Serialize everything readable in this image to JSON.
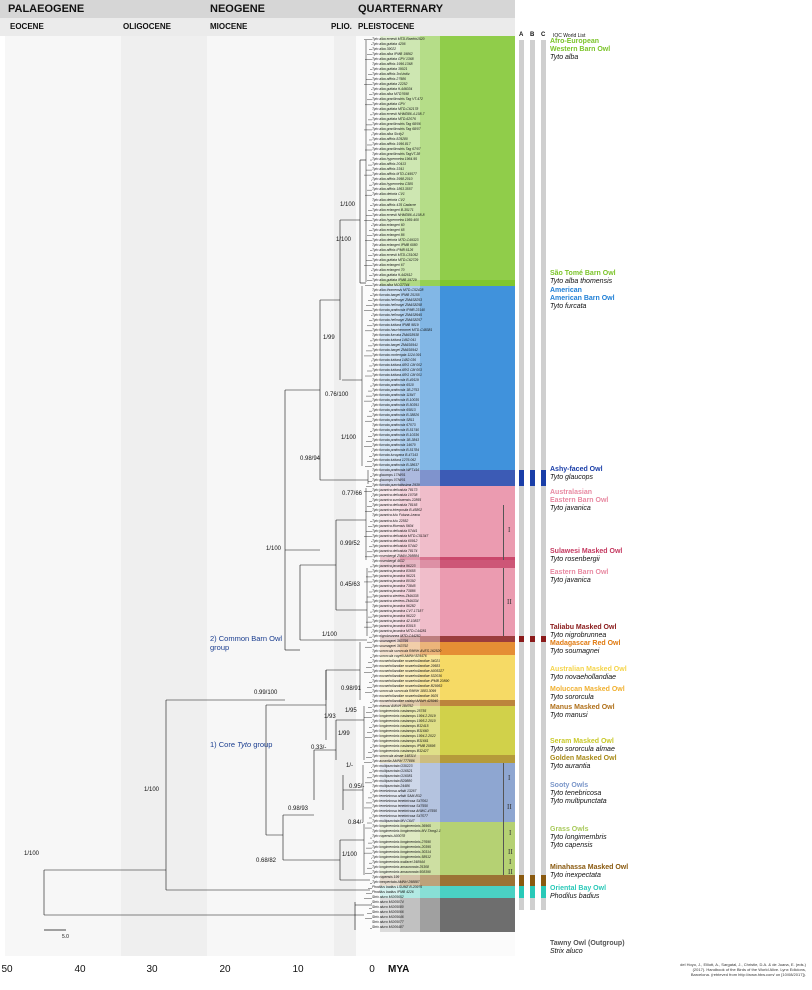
{
  "eras": [
    "PALAEOGENE",
    "NEOGENE",
    "QUARTERNARY"
  ],
  "epochs": [
    "EOCENE",
    "OLIGOCENE",
    "MIOCENE",
    "PLIO.",
    "PLEISTOCENE"
  ],
  "axis": {
    "ticks": [
      "50",
      "40",
      "30",
      "20",
      "10",
      "0"
    ],
    "unit": "MYA",
    "scale_label": "5.0"
  },
  "columns": {
    "header": "IOC World List",
    "labels": [
      "A",
      "B",
      "C"
    ]
  },
  "clades": [
    {
      "region": "Afro-European",
      "name": "Western Barn Owl",
      "species": "Tyto alba",
      "color": "#7cc42a"
    },
    {
      "name": "São Tomé Barn Owl",
      "species": "Tyto alba thomensis",
      "color": "#7cc42a"
    },
    {
      "region": "American",
      "name": "American Barn Owl",
      "species": "Tyto furcata",
      "color": "#1f7fd6"
    },
    {
      "name": "Ashy-faced Owl",
      "species": "Tyto glaucops",
      "color": "#1a3ea8"
    },
    {
      "region": "Australasian",
      "name": "Eastern Barn Owl",
      "species": "Tyto javanica",
      "color": "#e88aa2"
    },
    {
      "name": "Sulawesi Masked Owl",
      "species": "Tyto rosenbergii",
      "color": "#c4385f"
    },
    {
      "name": "Eastern Barn Owl",
      "species": "Tyto javanica",
      "color": "#e88aa2"
    },
    {
      "name": "Taliabu Masked Owl",
      "species": "Tyto nigrobrunnea",
      "color": "#8a1a1a"
    },
    {
      "name": "Madagascar Red Owl",
      "species": "Tyto soumagnei",
      "color": "#e07a10"
    },
    {
      "name": "Australian Masked Owl",
      "species": "Tyto novaehollandiae",
      "color": "#f5d44a"
    },
    {
      "name": "Moluccan Masked Owl",
      "species": "Tyto sororcula",
      "color": "#f0b030"
    },
    {
      "name": "Manus Masked Owl",
      "species": "Tyto manusi",
      "color": "#b0701a"
    },
    {
      "name": "Seram Masked Owl",
      "species": "Tyto sororcula almae",
      "color": "#c9c92a"
    },
    {
      "name": "Golden Masked Owl",
      "species": "Tyto aurantia",
      "color": "#a88a18"
    },
    {
      "name": "Sooty Owls",
      "species": "Tyto tenebricosa",
      "species2": "Tyto multipunctata",
      "color": "#7a96c9"
    },
    {
      "name": "Grass Owls",
      "species": "Tyto longimembris",
      "species2": "Tyto capensis",
      "color": "#a8c95a"
    },
    {
      "name": "Minahassa Masked Owl",
      "species": "Tyto inexpectata",
      "color": "#8a5a10"
    },
    {
      "name": "Oriental Bay Owl",
      "species": "Phodilus badius",
      "color": "#2ac9b8"
    },
    {
      "name": "Tawny Owl (Outgroup)",
      "species": "Strix aluco",
      "color": "#555555"
    }
  ],
  "groups": {
    "common": "2) Common Barn Owl group",
    "core_prefix": "1) Core ",
    "core_italic": "Tyto",
    "core_suffix": " group"
  },
  "support_values": [
    "1/100",
    "1/100",
    "1/99",
    "0.76/100",
    "1/100",
    "0.98/94",
    "0.77/66",
    "0.99/52",
    "1/100",
    "0.45/63",
    "1/100",
    "0.99/100",
    "0.98/91",
    "1/95",
    "1/93",
    "1/99",
    "0.33/-",
    "1/-",
    "0.95/-",
    "0.84/-",
    "0.98/93",
    "0.68/82",
    "1/100",
    "1/100",
    "1/100"
  ],
  "roman_numerals": [
    "I",
    "II",
    "I",
    "II",
    "I",
    "II",
    "I",
    "II"
  ],
  "tip_labels": [
    "Tyto alba ernesti MTD-Raelrin1520",
    "Tyto alba guttata 4206",
    "Tyto alba 39022",
    "Tyto alba alba IPMB 19862",
    "Tyto alba guttata GPV 1368",
    "Tyto alba affinis 1996.1368",
    "Tyto alba guttata 39021",
    "Tyto alba affinis 3rd-indiv.",
    "Tyto alba affinis 27986",
    "Tyto alba guttata 22252",
    "Tyto alba guttata ft-446034",
    "Tyto alba alba MTD7698",
    "Tyto alba gracilirostris Tag VT-472",
    "Tyto alba guttata GPV",
    "Tyto alba guttata MTD-C62178",
    "Tyto alba ernesti NHMD86-4-108-7",
    "Tyto alba guttata MTD-62076",
    "Tyto alba gracilirostris Tag 68/06",
    "Tyto alba gracilirostris Tag 68/07",
    "Tyto alba alba Sicily2",
    "Tyto alba affinis 829280",
    "Tyto alba affinis 1996.817",
    "Tyto alba gracilirostris Tag 67/07",
    "Tyto alba gracilirostris TagVT-38",
    "Tyto alba hypermetra 1964.95",
    "Tyto alba affinis 20413",
    "Tyto alba affinis 3341",
    "Tyto alba affinis MTD-C49577",
    "Tyto alba affinis 3998.2010",
    "Tyto alba hypermetra C385",
    "Tyto alba affinis 1863.3557",
    "Tyto alba detorta CV1",
    "Tyto alba detorta CV2",
    "Tyto alba affinis 435 Cadavre",
    "Tyto alba erlangeri B-35171",
    "Tyto alba ernesti NHMD86-4-108-8",
    "Tyto alba hypermetra 1959.400",
    "Tyto alba erlangeri 60",
    "Tyto alba erlangeri 65",
    "Tyto alba erlangeri 86",
    "Tyto alba detorta MTD-C49323",
    "Tyto alba erlangeri IPMB 6080",
    "Tyto alba affinis IPMB 6126",
    "Tyto alba ernesti MTD-C51052",
    "Tyto alba guttata MTD-C62729",
    "Tyto alba erlangeri 67",
    "Tyto alba erlangeri 70",
    "Tyto alba guttata ft-442612",
    "Tyto alba guttata IPMB 19729",
    "Tyto alba alba MCG7744",
    "Tyto alba thomensis MTD-C52428",
    "Tyto furcata bargei IPMB 25155",
    "Tyto furcata hellmayri ZMAS8253",
    "Tyto furcata hellmayri ZMAS8258",
    "Tyto furcata pratincola IPMB 23140",
    "Tyto furcata hellmayri ZMAS8945",
    "Tyto furcata hellmayri ZMAS8257",
    "Tyto furcata tuidara IPMB 9819",
    "Tyto furcata hauchecornei MTD-C48381",
    "Tyto furcata furcata ZMAS8938",
    "Tyto furcata tuidara 1462.041",
    "Tyto furcata bargei ZMAS6941",
    "Tyto furcata bargei ZMAS6942",
    "Tyto furcata contempta 1124.091",
    "Tyto furcata tuidara 1482.036",
    "Tyto furcata tuidara ARG CM 002",
    "Tyto furcata tuidara ARG CM 003",
    "Tyto furcata tuidara ARG CM 001",
    "Tyto furcata pratincola B-49119",
    "Tyto furcata pratincola 6510",
    "Tyto furcata pratincola 1B-2753",
    "Tyto furcata pratincola 11847",
    "Tyto furcata pratincola B-10035",
    "Tyto furcata pratincola B-50391",
    "Tyto furcata pratincola 65813",
    "Tyto furcata pratincola B-38826",
    "Tyto furcata pratincola SB11",
    "Tyto furcata pratincola 67073",
    "Tyto furcata pratincola B-51740",
    "Tyto furcata pratincola B-10336",
    "Tyto furcata pratincola 1B-3843",
    "Tyto furcata pratincola 14670",
    "Tyto furcata pratincola B-51784",
    "Tyto furcata lucayana B-47143",
    "Tyto furcata tuidara 1276.062",
    "Tyto furcata pratincola B-38637",
    "Tyto furcata pratincola WFT416",
    "Tyto glaucops 17IW01",
    "Tyto glaucops 07IW01",
    "Tyto furcata punctatissima 2939",
    "Tyto javanica delicatula 78173",
    "Tyto javanica delicatula 10708",
    "Tyto javanica sumbaensis 22855",
    "Tyto javanica delicatula 78165",
    "Tyto javanica interposita B-45802",
    "Tyto javanica lulu Futuna-Leava",
    "Tyto javanica lulu 22552",
    "Tyto javanica lifuensis 5604",
    "Tyto javanica delicatula 57441",
    "Tyto javanica delicatula MTD-C51347",
    "Tyto javanica delicatula 60912",
    "Tyto javanica delicatula 57442",
    "Tyto javanica delicatula 78174",
    "Tyto rosenbergii ZMAN 298884",
    "Tyto rosenbergii 4632",
    "Tyto javanica javanica 96223",
    "Tyto javanica javanica 83655",
    "Tyto javanica javanica 96221",
    "Tyto javanica javanica 80392",
    "Tyto javanica javanica 73845",
    "Tyto javanica javanica 73886",
    "Tyto javanica stertens ZMA335",
    "Tyto javanica stertens ZMA334",
    "Tyto javanica javanica 96282",
    "Tyto javanica javanica CV7-17187",
    "Tyto javanica javanica 96222",
    "Tyto javanica javanica 42.10837",
    "Tyto javanica javanica 83015",
    "Tyto javanica javanica MTD-C44281",
    "Tyto nigrobrunnea MTD-C44282",
    "Tyto soumagnei 363795",
    "Tyto soumagnei 363792",
    "Tyto sororcula sororcula RMNH.AVES.162520",
    "Tyto sororcula cayelii AMNH 829476",
    "Tyto novaehollandiae novaehollandiae 34021",
    "Tyto novaehollandiae novaehollandiae 29583",
    "Tyto novaehollandiae novaehollandiae A005327",
    "Tyto novaehollandiae novaehollandiae 532036",
    "Tyto novaehollandiae novaehollandiae IPMB 20890",
    "Tyto novaehollandiae novaehollandiae B29953",
    "Tyto sororcula sororcula RMNH 1883.3099",
    "Tyto novaehollandiae novaehollandiae 9925",
    "Tyto novaehollandiae calabyi ANNH 425940",
    "Tyto manusi AMNH 184762",
    "Tyto longimembris castanops 25755",
    "Tyto longimembris castanops 1994.2.2019",
    "Tyto longimembris castanops 1995.2.2010",
    "Tyto longimembris castanops B32415",
    "Tyto longimembris castanops B31660",
    "Tyto longimembris castanops 1994.2.2022",
    "Tyto longimembris castanops B31661",
    "Tyto longimembris castanops IPMB 20895",
    "Tyto longimembris castanops B32427",
    "Tyto sororcula almae 148314",
    "Tyto aurantia AMNH 777886",
    "Tyto multipunctata O30223",
    "Tyto multipunctata O16521",
    "Tyto multipunctata O16081",
    "Tyto multipunctata B29880",
    "Tyto multipunctata 24486",
    "Tyto tenebricosa arfaki 13267",
    "Tyto tenebricosa arfaki SAM-B32",
    "Tyto tenebricosa tenebricosa S47061",
    "Tyto tenebricosa tenebricosa S47550",
    "Tyto tenebricosa tenebricosa ANWC-47550",
    "Tyto tenebricosa tenebricosa S47077",
    "Tyto multipunctata MV C647",
    "Tyto longimembris longimembris 36965",
    "Tyto longimembris longimembris MV-Tiong1.1",
    "Tyto capensis A00078",
    "Tyto longimembris longimembris 27690",
    "Tyto longimembris longimembris 20395",
    "Tyto longimembris longimembris 30314",
    "Tyto longimembris longimembris 58512",
    "Tyto longimembris wallacei 348944",
    "Tyto longimembris amauronota 25308",
    "Tyto longimembris amauronota 508390",
    "Tyto capensis 199",
    "Tyto inexpectata AMNH 298887",
    "Phodilus badius LSUMZ B-20976",
    "Phodilus badius IPMB 4226",
    "Strix aluco MO05652",
    "Strix aluco MO05074",
    "Strix aluco MO05080",
    "Strix aluco MO05066",
    "Strix aluco MO05646",
    "Strix aluco MO05077",
    "Strix aluco MO06487"
  ],
  "citation": "del Hoyo, J., Elliott, A., Sargatal, J., Christie, D.A. & de Juana, E. (eds.) (2017). Handbook of the Birds of the World Alive. Lynx Edicions, Barcelona. (retrieved from http://www.hbw.com/ on [10/08/2017]).",
  "colors": {
    "era_bar": "#d6d6d6",
    "epoch_bar": "#ebebeb",
    "column_shade": "#f0f0f0",
    "outgroup": "#7a7a7a"
  }
}
